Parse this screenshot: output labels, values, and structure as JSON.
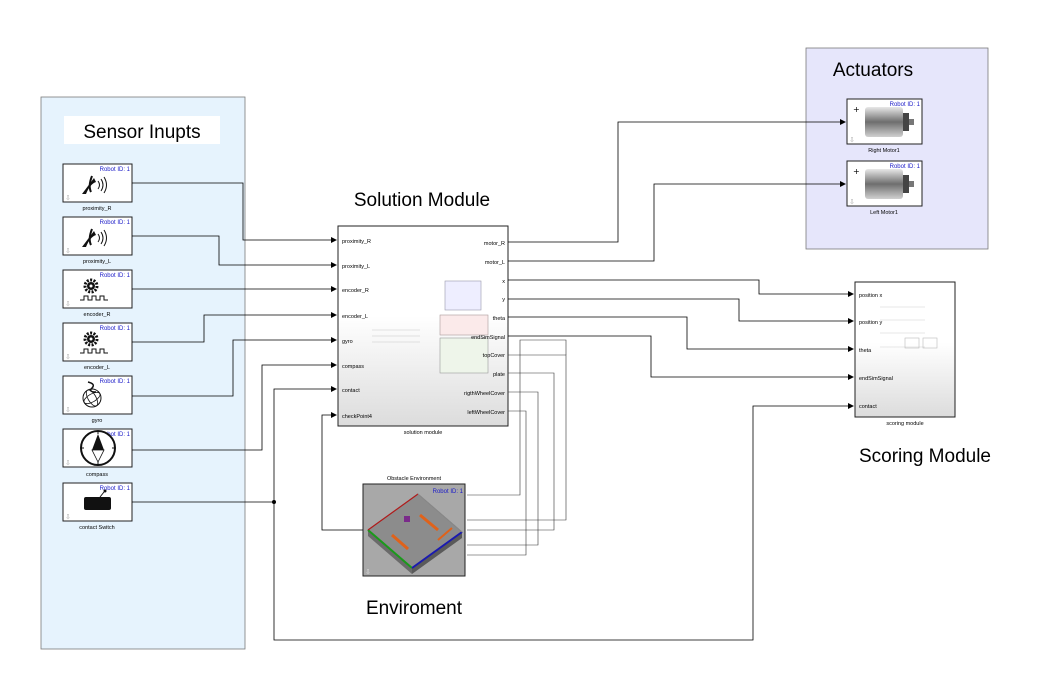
{
  "areas": {
    "sensor": "Sensor Inupts",
    "actuators": "Actuators",
    "solution": "Solution Module",
    "scoring": "Scoring Module",
    "environment": "Enviroment"
  },
  "robot_id": "Robot ID: 1",
  "sensors": [
    "proximity_R",
    "proximity_L",
    "encoder_R",
    "encoder_L",
    "gyro",
    "compass",
    "contact Switch"
  ],
  "motors": [
    "Right Motor1",
    "Left Motor1"
  ],
  "solution_module": {
    "label": "solution module",
    "inputs": [
      "proximity_R",
      "proximity_L",
      "encoder_R",
      "encoder_L",
      "gyro",
      "compass",
      "contact",
      "checkPoint4"
    ],
    "outputs": [
      "motor_R",
      "motor_L",
      "x",
      "y",
      "theta",
      "endSimSignal",
      "topCover",
      "plate",
      "rigthWheelCover",
      "leftWheelCover"
    ]
  },
  "scoring_module": {
    "label": "scoring module",
    "inputs": [
      "position x",
      "position y",
      "theta",
      "endSimSignal",
      "contact"
    ]
  },
  "environment_block": {
    "title": "Obstacle Environment",
    "robot_id": "Robot ID: 1"
  },
  "colors": {
    "sensor_area_fill": "#e6f3fd",
    "actuator_area_fill": "#e6e6fb",
    "robot_id_text": "#1a1ac8"
  }
}
